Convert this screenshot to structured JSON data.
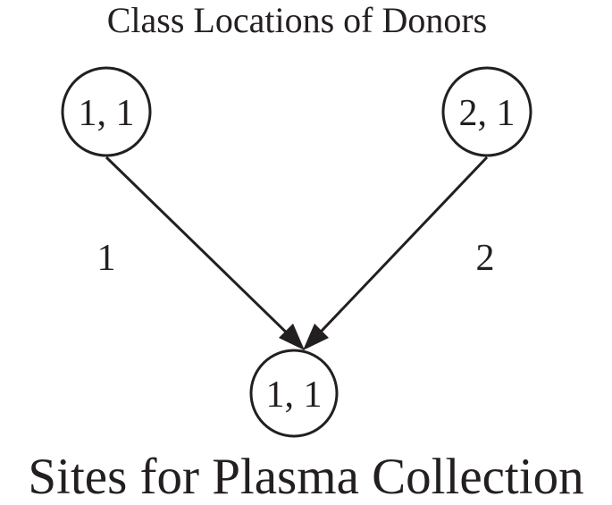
{
  "diagram": {
    "title": "Class Locations of Donors",
    "subtitle": "Sites for Plasma Collection",
    "nodes": [
      {
        "id": "donor-1",
        "label": "1, 1"
      },
      {
        "id": "donor-2",
        "label": "2, 1"
      },
      {
        "id": "site-1",
        "label": "1, 1"
      }
    ],
    "edges": [
      {
        "from": "donor-1",
        "to": "site-1",
        "label": "1"
      },
      {
        "from": "donor-2",
        "to": "site-1",
        "label": "2"
      }
    ],
    "colors": {
      "ink": "#231f20",
      "background": "#ffffff"
    }
  }
}
